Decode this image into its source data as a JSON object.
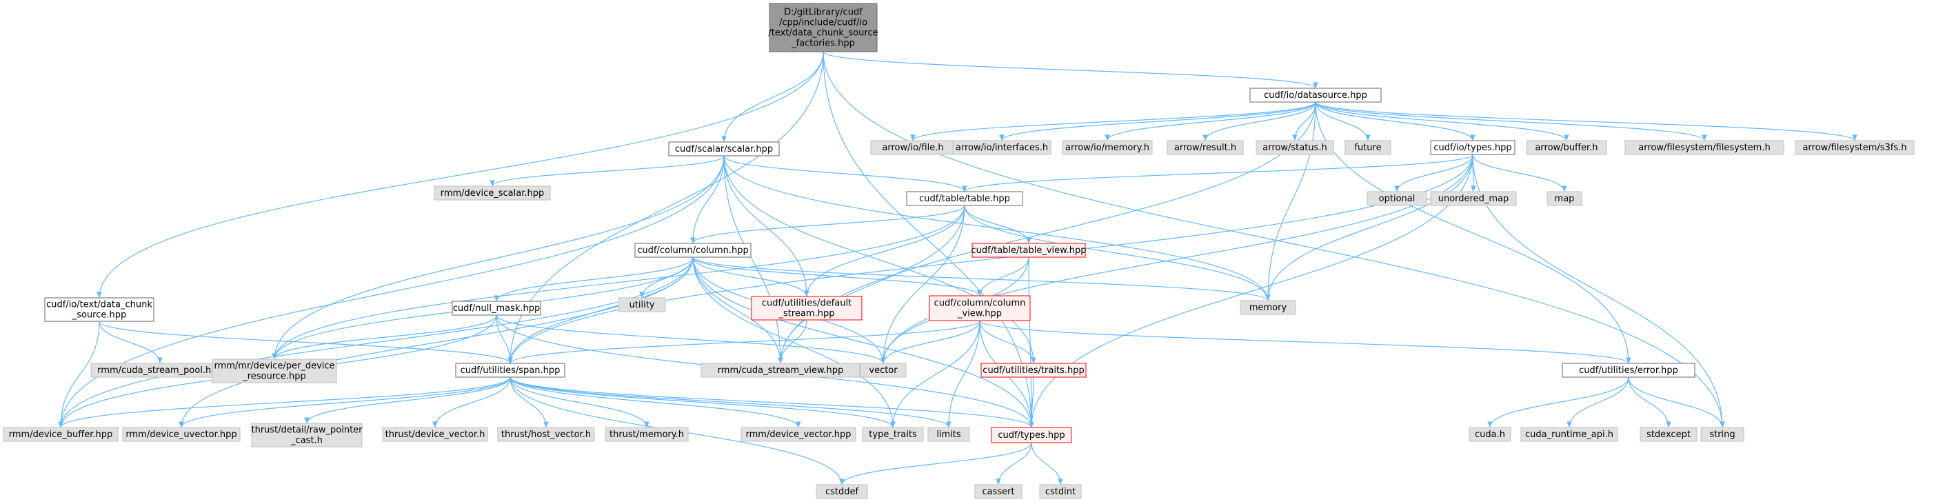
{
  "colors": {
    "edge": "#63b8ff",
    "root_fill": "#999999",
    "root_stroke": "#666666",
    "doc_fill": "#ffffff",
    "doc_stroke": "#666666",
    "ext_fill": "#e0e0e0",
    "ext_stroke": "#bfbfbf",
    "err_fill": "#fff0f0",
    "err_stroke": "#ff0000"
  },
  "nodes": [
    {
      "id": "root",
      "style": "root",
      "lines": [
        "D:/gitLibrary/cudf",
        "/cpp/include/cudf/io",
        "/text/data_chunk_source",
        "_factories.hpp"
      ]
    },
    {
      "id": "datasource",
      "style": "doc",
      "lines": [
        "cudf/io/datasource.hpp"
      ]
    },
    {
      "id": "arrow_file",
      "style": "ext",
      "lines": [
        "arrow/io/file.h"
      ]
    },
    {
      "id": "arrow_interfaces",
      "style": "ext",
      "lines": [
        "arrow/io/interfaces.h"
      ]
    },
    {
      "id": "arrow_memory",
      "style": "ext",
      "lines": [
        "arrow/io/memory.h"
      ]
    },
    {
      "id": "arrow_result",
      "style": "ext",
      "lines": [
        "arrow/result.h"
      ]
    },
    {
      "id": "arrow_status",
      "style": "ext",
      "lines": [
        "arrow/status.h"
      ]
    },
    {
      "id": "future",
      "style": "ext",
      "lines": [
        "future"
      ]
    },
    {
      "id": "io_types",
      "style": "doc",
      "lines": [
        "cudf/io/types.hpp"
      ]
    },
    {
      "id": "arrow_buffer",
      "style": "ext",
      "lines": [
        "arrow/buffer.h"
      ]
    },
    {
      "id": "arrow_fs",
      "style": "ext",
      "lines": [
        "arrow/filesystem/filesystem.h"
      ]
    },
    {
      "id": "arrow_s3",
      "style": "ext",
      "lines": [
        "arrow/filesystem/s3fs.h"
      ]
    },
    {
      "id": "scalar",
      "style": "doc",
      "lines": [
        "cudf/scalar/scalar.hpp"
      ]
    },
    {
      "id": "rmm_device_scalar",
      "style": "ext",
      "lines": [
        "rmm/device_scalar.hpp"
      ]
    },
    {
      "id": "table",
      "style": "doc",
      "lines": [
        "cudf/table/table.hpp"
      ]
    },
    {
      "id": "optional",
      "style": "ext",
      "lines": [
        "optional"
      ]
    },
    {
      "id": "unordered_map",
      "style": "ext",
      "lines": [
        "unordered_map"
      ]
    },
    {
      "id": "map",
      "style": "ext",
      "lines": [
        "map"
      ]
    },
    {
      "id": "column",
      "style": "doc",
      "lines": [
        "cudf/column/column.hpp"
      ]
    },
    {
      "id": "table_view",
      "style": "err",
      "lines": [
        "cudf/table/table_view.hpp"
      ]
    },
    {
      "id": "utility",
      "style": "ext",
      "lines": [
        "utility"
      ]
    },
    {
      "id": "default_stream",
      "style": "err",
      "lines": [
        "cudf/utilities/default",
        "_stream.hpp"
      ]
    },
    {
      "id": "column_view",
      "style": "err",
      "lines": [
        "cudf/column/column",
        "_view.hpp"
      ]
    },
    {
      "id": "memory",
      "style": "ext",
      "lines": [
        "memory"
      ]
    },
    {
      "id": "data_chunk_source",
      "style": "doc",
      "lines": [
        "cudf/io/text/data_chunk",
        "_source.hpp"
      ]
    },
    {
      "id": "null_mask",
      "style": "doc",
      "lines": [
        "cudf/null_mask.hpp"
      ]
    },
    {
      "id": "rmm_cuda_stream_pool",
      "style": "ext",
      "lines": [
        "rmm/cuda_stream_pool.hpp"
      ]
    },
    {
      "id": "per_device_resource",
      "style": "ext",
      "lines": [
        "rmm/mr/device/per_device",
        "_resource.hpp"
      ]
    },
    {
      "id": "span",
      "style": "doc",
      "lines": [
        "cudf/utilities/span.hpp"
      ]
    },
    {
      "id": "rmm_cuda_stream_view",
      "style": "ext",
      "lines": [
        "rmm/cuda_stream_view.hpp"
      ]
    },
    {
      "id": "traits",
      "style": "err",
      "lines": [
        "cudf/utilities/traits.hpp"
      ]
    },
    {
      "id": "vector",
      "style": "ext",
      "lines": [
        "vector"
      ]
    },
    {
      "id": "error",
      "style": "doc",
      "lines": [
        "cudf/utilities/error.hpp"
      ]
    },
    {
      "id": "rmm_device_buffer",
      "style": "ext",
      "lines": [
        "rmm/device_buffer.hpp"
      ]
    },
    {
      "id": "rmm_device_uvector",
      "style": "ext",
      "lines": [
        "rmm/device_uvector.hpp"
      ]
    },
    {
      "id": "thrust_raw_pointer",
      "style": "ext",
      "lines": [
        "thrust/detail/raw_pointer",
        "_cast.h"
      ]
    },
    {
      "id": "thrust_device_vector",
      "style": "ext",
      "lines": [
        "thrust/device_vector.h"
      ]
    },
    {
      "id": "thrust_host_vector",
      "style": "ext",
      "lines": [
        "thrust/host_vector.h"
      ]
    },
    {
      "id": "thrust_memory",
      "style": "ext",
      "lines": [
        "thrust/memory.h"
      ]
    },
    {
      "id": "rmm_device_vector",
      "style": "ext",
      "lines": [
        "rmm/device_vector.hpp"
      ]
    },
    {
      "id": "type_traits",
      "style": "ext",
      "lines": [
        "type_traits"
      ]
    },
    {
      "id": "limits",
      "style": "ext",
      "lines": [
        "limits"
      ]
    },
    {
      "id": "types",
      "style": "err",
      "lines": [
        "cudf/types.hpp"
      ]
    },
    {
      "id": "cuda_h",
      "style": "ext",
      "lines": [
        "cuda.h"
      ]
    },
    {
      "id": "cuda_runtime_api",
      "style": "ext",
      "lines": [
        "cuda_runtime_api.h"
      ]
    },
    {
      "id": "stdexcept",
      "style": "ext",
      "lines": [
        "stdexcept"
      ]
    },
    {
      "id": "string",
      "style": "ext",
      "lines": [
        "string"
      ]
    },
    {
      "id": "cstddef",
      "style": "ext",
      "lines": [
        "cstddef"
      ]
    },
    {
      "id": "cassert",
      "style": "ext",
      "lines": [
        "cassert"
      ]
    },
    {
      "id": "cstdint",
      "style": "ext",
      "lines": [
        "cstdint"
      ]
    }
  ],
  "edges": [
    [
      "root",
      "datasource"
    ],
    [
      "root",
      "scalar"
    ],
    [
      "root",
      "data_chunk_source"
    ],
    [
      "root",
      "span"
    ],
    [
      "root",
      "types"
    ],
    [
      "root",
      "string"
    ],
    [
      "datasource",
      "arrow_file"
    ],
    [
      "datasource",
      "arrow_interfaces"
    ],
    [
      "datasource",
      "arrow_memory"
    ],
    [
      "datasource",
      "arrow_result"
    ],
    [
      "datasource",
      "arrow_status"
    ],
    [
      "datasource",
      "future"
    ],
    [
      "datasource",
      "io_types"
    ],
    [
      "datasource",
      "arrow_buffer"
    ],
    [
      "datasource",
      "arrow_fs"
    ],
    [
      "datasource",
      "arrow_s3"
    ],
    [
      "datasource",
      "error"
    ],
    [
      "datasource",
      "memory"
    ],
    [
      "datasource",
      "rmm_cuda_stream_view"
    ],
    [
      "io_types",
      "table"
    ],
    [
      "io_types",
      "optional"
    ],
    [
      "io_types",
      "unordered_map"
    ],
    [
      "io_types",
      "map"
    ],
    [
      "io_types",
      "memory"
    ],
    [
      "io_types",
      "vector"
    ],
    [
      "io_types",
      "types"
    ],
    [
      "io_types",
      "string"
    ],
    [
      "io_types",
      "span"
    ],
    [
      "scalar",
      "rmm_device_scalar"
    ],
    [
      "scalar",
      "table"
    ],
    [
      "scalar",
      "column"
    ],
    [
      "scalar",
      "default_stream"
    ],
    [
      "scalar",
      "traits"
    ],
    [
      "scalar",
      "rmm_device_buffer"
    ],
    [
      "scalar",
      "per_device_resource"
    ],
    [
      "scalar",
      "rmm_cuda_stream_view"
    ],
    [
      "scalar",
      "memory"
    ],
    [
      "table",
      "column"
    ],
    [
      "table",
      "table_view"
    ],
    [
      "table",
      "default_stream"
    ],
    [
      "table",
      "memory"
    ],
    [
      "table",
      "vector"
    ],
    [
      "table",
      "per_device_resource"
    ],
    [
      "table",
      "rmm_cuda_stream_view"
    ],
    [
      "table_view",
      "column_view"
    ],
    [
      "table_view",
      "vector"
    ],
    [
      "table_view",
      "types"
    ],
    [
      "column",
      "null_mask"
    ],
    [
      "column",
      "utility"
    ],
    [
      "column",
      "default_stream"
    ],
    [
      "column",
      "column_view"
    ],
    [
      "column",
      "memory"
    ],
    [
      "column",
      "vector"
    ],
    [
      "column",
      "rmm_device_buffer"
    ],
    [
      "column",
      "rmm_device_uvector"
    ],
    [
      "column",
      "per_device_resource"
    ],
    [
      "column",
      "rmm_cuda_stream_view"
    ],
    [
      "column",
      "types"
    ],
    [
      "column",
      "type_traits"
    ],
    [
      "column",
      "span"
    ],
    [
      "default_stream",
      "rmm_cuda_stream_view"
    ],
    [
      "column_view",
      "span"
    ],
    [
      "column_view",
      "traits"
    ],
    [
      "column_view",
      "vector"
    ],
    [
      "column_view",
      "error"
    ],
    [
      "column_view",
      "types"
    ],
    [
      "column_view",
      "limits"
    ],
    [
      "column_view",
      "type_traits"
    ],
    [
      "data_chunk_source",
      "rmm_cuda_stream_pool"
    ],
    [
      "data_chunk_source",
      "rmm_device_buffer"
    ],
    [
      "data_chunk_source",
      "span"
    ],
    [
      "null_mask",
      "span"
    ],
    [
      "null_mask",
      "vector"
    ],
    [
      "null_mask",
      "per_device_resource"
    ],
    [
      "null_mask",
      "rmm_device_buffer"
    ],
    [
      "null_mask",
      "types"
    ],
    [
      "span",
      "rmm_device_buffer"
    ],
    [
      "span",
      "rmm_device_uvector"
    ],
    [
      "span",
      "thrust_raw_pointer"
    ],
    [
      "span",
      "thrust_device_vector"
    ],
    [
      "span",
      "thrust_host_vector"
    ],
    [
      "span",
      "thrust_memory"
    ],
    [
      "span",
      "rmm_device_vector"
    ],
    [
      "span",
      "type_traits"
    ],
    [
      "span",
      "limits"
    ],
    [
      "span",
      "types"
    ],
    [
      "span",
      "cstddef"
    ],
    [
      "traits",
      "types"
    ],
    [
      "error",
      "cuda_h"
    ],
    [
      "error",
      "cuda_runtime_api"
    ],
    [
      "error",
      "stdexcept"
    ],
    [
      "error",
      "string"
    ],
    [
      "types",
      "cstddef"
    ],
    [
      "types",
      "cassert"
    ],
    [
      "types",
      "cstdint"
    ]
  ]
}
